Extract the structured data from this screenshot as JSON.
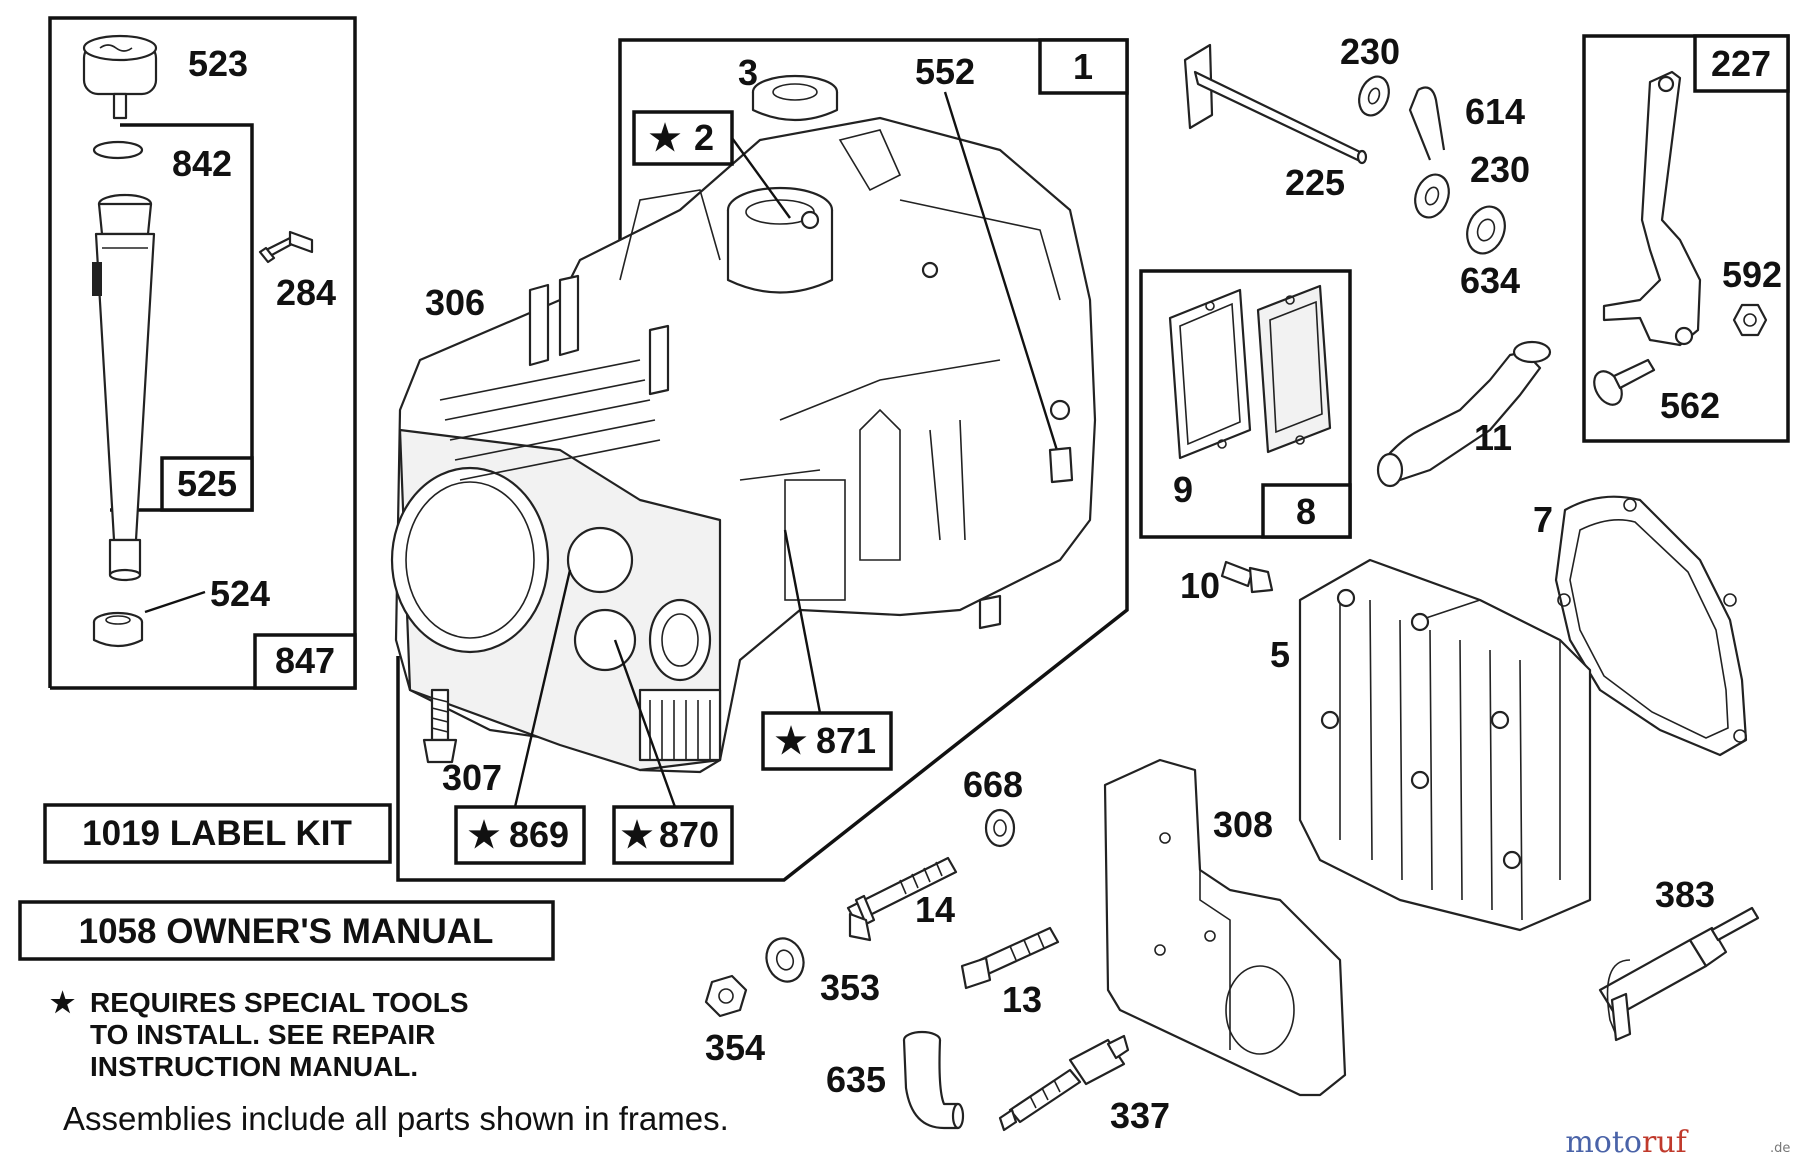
{
  "parts": {
    "p523": "523",
    "p842": "842",
    "p525": "525",
    "p524": "524",
    "p847": "847",
    "p284": "284",
    "p306": "306",
    "p3": "3",
    "p2": "2",
    "p552": "552",
    "p1": "1",
    "p307": "307",
    "p869": "869",
    "p870": "870",
    "p871": "871",
    "p230a": "230",
    "p614": "614",
    "p230b": "230",
    "p225": "225",
    "p634": "634",
    "p227": "227",
    "p592": "592",
    "p562": "562",
    "p9": "9",
    "p8": "8",
    "p11": "11",
    "p10": "10",
    "p7": "7",
    "p5": "5",
    "p668": "668",
    "p308": "308",
    "p14": "14",
    "p353": "353",
    "p13": "13",
    "p354": "354",
    "p635": "635",
    "p337": "337",
    "p383": "383"
  },
  "kits": {
    "label_kit": "1019 LABEL KIT",
    "owners_manual": "1058 OWNER'S MANUAL"
  },
  "notes": {
    "star_symbol": "★",
    "special_tools_line1": "REQUIRES SPECIAL TOOLS",
    "special_tools_line2": "TO INSTALL.  SEE REPAIR",
    "special_tools_line3": "INSTRUCTION MANUAL.",
    "assemblies": "Assemblies include all parts shown in frames."
  },
  "watermark": {
    "part1": "moto",
    "part2": "ruf",
    "suffix": ".de"
  },
  "colors": {
    "line": "#111111",
    "watermark_blue": "#4a63a8",
    "watermark_red": "#c0392b"
  }
}
